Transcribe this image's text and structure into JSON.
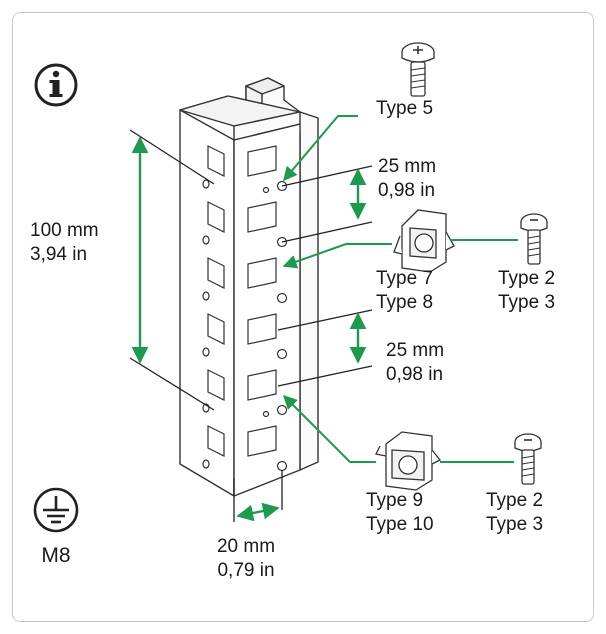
{
  "icons": {
    "info": "info-icon",
    "ground": "ground-icon"
  },
  "colors": {
    "accent": "#1d9a4e",
    "frame": "#c9c9c9",
    "outline": "#333333"
  },
  "labels": {
    "ground_size": "M8",
    "height_mm": "100 mm",
    "height_in": "3,94 in",
    "pitch_top_mm": "25 mm",
    "pitch_top_in": "0,98 in",
    "pitch_mid_mm": "25 mm",
    "pitch_mid_in": "0,98 in",
    "width_mm": "20 mm",
    "width_in": "0,79 in",
    "type5": "Type 5",
    "type7": "Type 7",
    "type8": "Type 8",
    "type2_top": "Type 2",
    "type3_top": "Type 3",
    "type9": "Type 9",
    "type10": "Type 10",
    "type2_bottom": "Type 2",
    "type3_bottom": "Type 3"
  }
}
